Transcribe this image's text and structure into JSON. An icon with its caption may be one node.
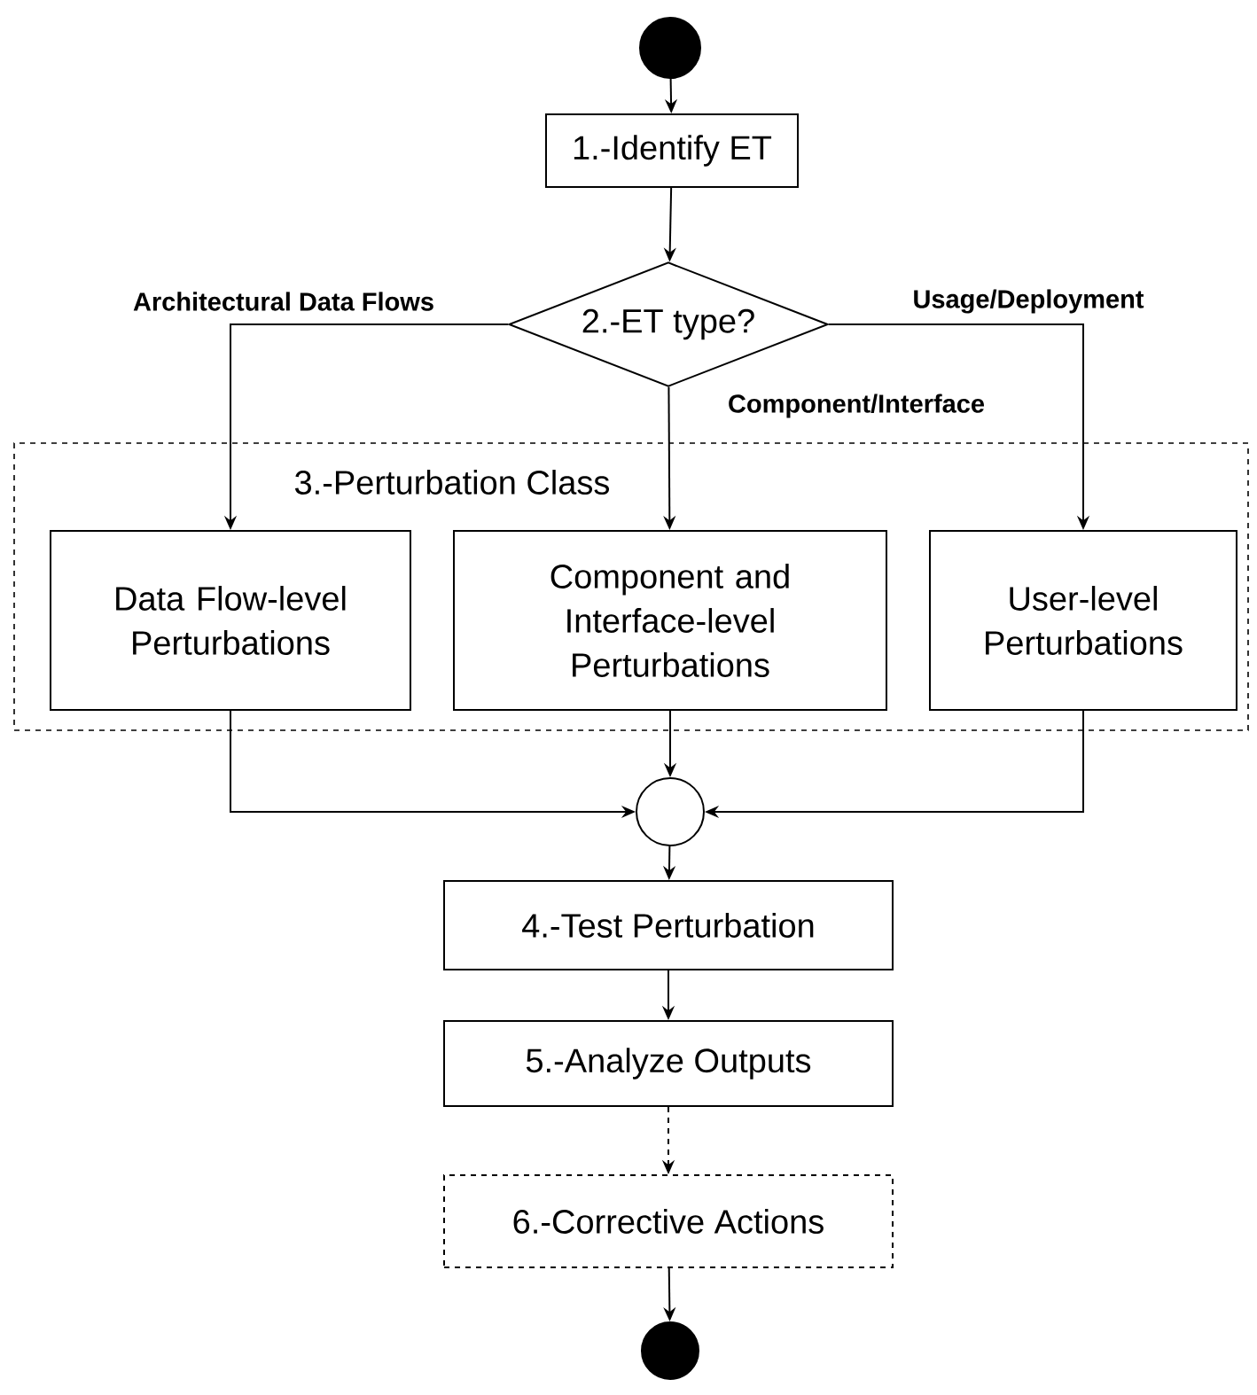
{
  "diagram": {
    "nodes": [
      {
        "text": [],
        "shape": "circle"
      },
      {
        "text": [
          "1.-Identify ET"
        ]
      },
      {
        "text": [
          "2.-ET type?"
        ]
      },
      {
        "text": [
          "3.-Perturbation Class"
        ]
      },
      {
        "text": [
          "Data Flow-level Perturbations"
        ],
        "in": 3
      },
      {
        "text": [
          "Component and Interface-level Perturbations"
        ],
        "in": 3
      },
      {
        "text": [
          "User-level Perturbations"
        ],
        "in": 3
      },
      {
        "text": [],
        "shape": "circle"
      },
      {
        "text": [
          "4.-Test Perturbation"
        ]
      },
      {
        "text": [
          "5.-Analyze Outputs"
        ]
      },
      {
        "text": [
          "6.-Corrective Actions"
        ]
      },
      {
        "text": [],
        "shape": "circle"
      }
    ],
    "edges": [
      {
        "from": 0,
        "to": 1,
        "arrow": "to"
      },
      {
        "from": 1,
        "to": 2,
        "arrow": "to"
      },
      {
        "from": 2,
        "to": 4,
        "arrow": "to",
        "label": "Architectural Data Flows"
      },
      {
        "from": 2,
        "to": 5,
        "arrow": "to",
        "label": "Component/Interface"
      },
      {
        "from": 2,
        "to": 6,
        "arrow": "to",
        "label": "Usage/Deployment"
      },
      {
        "from": 4,
        "to": 7,
        "arrow": "to"
      },
      {
        "from": 5,
        "to": 7,
        "arrow": "to"
      },
      {
        "from": 6,
        "to": 7,
        "arrow": "to"
      },
      {
        "from": 7,
        "to": 8,
        "arrow": "to"
      },
      {
        "from": 8,
        "to": 9,
        "arrow": "to"
      },
      {
        "from": 9,
        "to": 10,
        "arrow": "to",
        "style": "dashed"
      },
      {
        "from": 10,
        "to": 11,
        "arrow": "to"
      }
    ]
  }
}
